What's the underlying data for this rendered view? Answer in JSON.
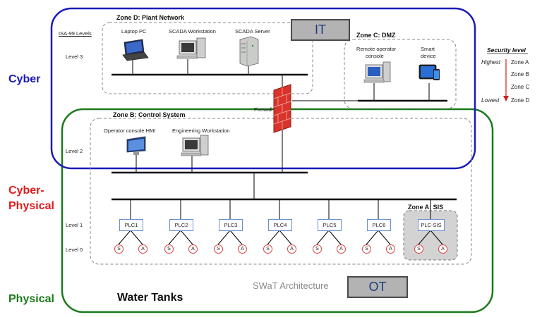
{
  "side_labels": {
    "cyber": "Cyber",
    "cyber_physical_line1": "Cyber-",
    "cyber_physical_line2": "Physical",
    "physical": "Physical",
    "colors": {
      "cyber": "#1a1ab8",
      "cyber_physical": "#e01b1b",
      "physical": "#1b7a1b"
    }
  },
  "zones": {
    "plant_network": "Zone D: Plant Network",
    "dmz": "Zone C: DMZ",
    "control_system": "Zone B: Control System",
    "sis": "Zone A: SIS"
  },
  "isa_levels": {
    "header": "ISA-99 Levels",
    "level3": "Level 3",
    "level2": "Level 2",
    "level1": "Level 1",
    "level0": "Level 0"
  },
  "devices": {
    "laptop": "Laptop PC",
    "scada_workstation": "SCADA Workstation",
    "scada_server": "SCADA Server",
    "remote_console_line1": "Remote operator",
    "remote_console_line2": "console",
    "smart_device_line1": "Smart",
    "smart_device_line2": "device",
    "operator_hmi": "Operator console HMI",
    "engineering_ws": "Engineering Workstation",
    "firewall": "Firewall"
  },
  "plcs": [
    "PLC1",
    "PLC2",
    "PLC3",
    "PLC4",
    "PLC5",
    "PLC6",
    "PLC-SIS"
  ],
  "sensor_label": "S",
  "actuator_label": "A",
  "security_level": {
    "title": "Security level",
    "highest": "Highest",
    "lowest": "Lowest",
    "zones": [
      "Zone A",
      "Zone B",
      "Zone C",
      "Zone D"
    ]
  },
  "tags": {
    "it": "IT",
    "ot": "OT"
  },
  "bottom": {
    "water_tanks": "Water Tanks",
    "swat": "SWaT Architecture"
  }
}
